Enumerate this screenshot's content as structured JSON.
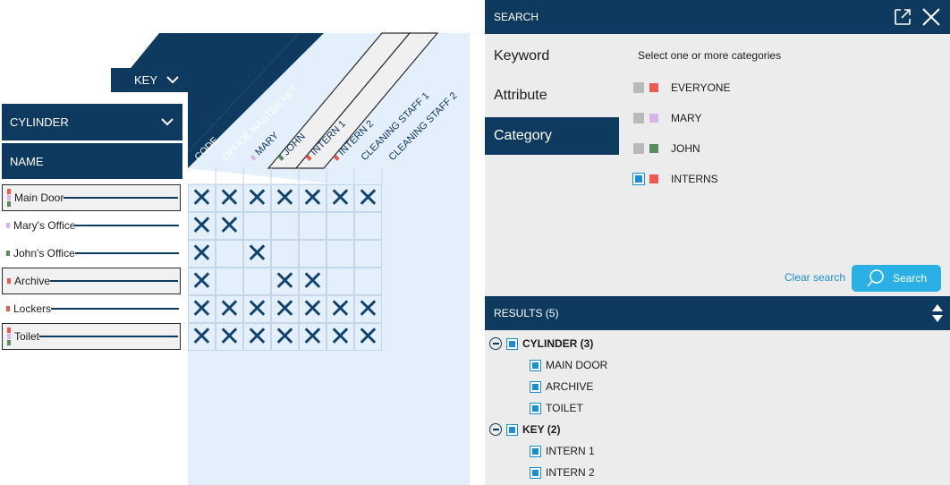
{
  "matrix": {
    "key_dropdown": "KEY",
    "cylinder_dropdown": "CYLINDER",
    "name_header": "NAME",
    "columns": [
      {
        "label": "CODE",
        "marks": []
      },
      {
        "label": "OFFICE MASTER KEY",
        "marks": []
      },
      {
        "label": "MARY",
        "marks": [
          "#d8b4ea"
        ]
      },
      {
        "label": "JOHN",
        "marks": [
          "#5a8b5f"
        ]
      },
      {
        "label": "INTERN 1",
        "marks": [
          "#e8594f"
        ]
      },
      {
        "label": "INTERN 2",
        "marks": [
          "#e8594f"
        ]
      },
      {
        "label": "CLEANING STAFF 1",
        "marks": []
      },
      {
        "label": "CLEANING STAFF 2",
        "marks": []
      }
    ],
    "rows": [
      {
        "label": "Main Door",
        "boxed": true,
        "marks": [
          "#e8594f",
          "#d8b4ea",
          "#5a8b5f"
        ],
        "cells": [
          1,
          1,
          1,
          1,
          1,
          1,
          1
        ]
      },
      {
        "label": "Mary's Office",
        "boxed": false,
        "marks": [
          "#d8b4ea"
        ],
        "cells": [
          1,
          1,
          0,
          0,
          0,
          0,
          0
        ]
      },
      {
        "label": "John's Office",
        "boxed": false,
        "marks": [
          "#5a8b5f"
        ],
        "cells": [
          1,
          0,
          1,
          0,
          0,
          0,
          0
        ]
      },
      {
        "label": "Archive",
        "boxed": true,
        "marks": [
          "#e8594f"
        ],
        "cells": [
          1,
          0,
          0,
          1,
          1,
          0,
          0
        ]
      },
      {
        "label": "Lockers",
        "boxed": false,
        "marks": [
          "#e8594f"
        ],
        "cells": [
          1,
          1,
          1,
          1,
          1,
          1,
          1
        ]
      },
      {
        "label": "Toilet",
        "boxed": true,
        "marks": [
          "#e8594f",
          "#d8b4ea",
          "#5a8b5f"
        ],
        "cells": [
          1,
          1,
          1,
          1,
          1,
          1,
          1
        ]
      }
    ],
    "cell_symbol": "✕"
  },
  "search": {
    "title": "SEARCH",
    "tabs": [
      "Keyword",
      "Attribute",
      "Category"
    ],
    "active_tab": "Category",
    "categories_prompt": "Select one or more categories",
    "categories": [
      {
        "label": "EVERYONE",
        "color": "#e8594f",
        "checked": false
      },
      {
        "label": "MARY",
        "color": "#d8b4ea",
        "checked": false
      },
      {
        "label": "JOHN",
        "color": "#5a8b5f",
        "checked": false
      },
      {
        "label": "INTERNS",
        "color": "#e8594f",
        "checked": true
      }
    ],
    "clear_label": "Clear search",
    "search_label": "Search"
  },
  "results": {
    "title": "RESULTS (5)",
    "groups": [
      {
        "label": "CYLINDER (3)",
        "items": [
          "MAIN DOOR",
          "ARCHIVE",
          "TOILET"
        ]
      },
      {
        "label": "KEY (2)",
        "items": [
          "INTERN 1",
          "INTERN 2"
        ]
      }
    ]
  },
  "colors": {
    "navy": "#0f3a60",
    "accent": "#2bb0e6",
    "light_blue": "#e3effb"
  }
}
